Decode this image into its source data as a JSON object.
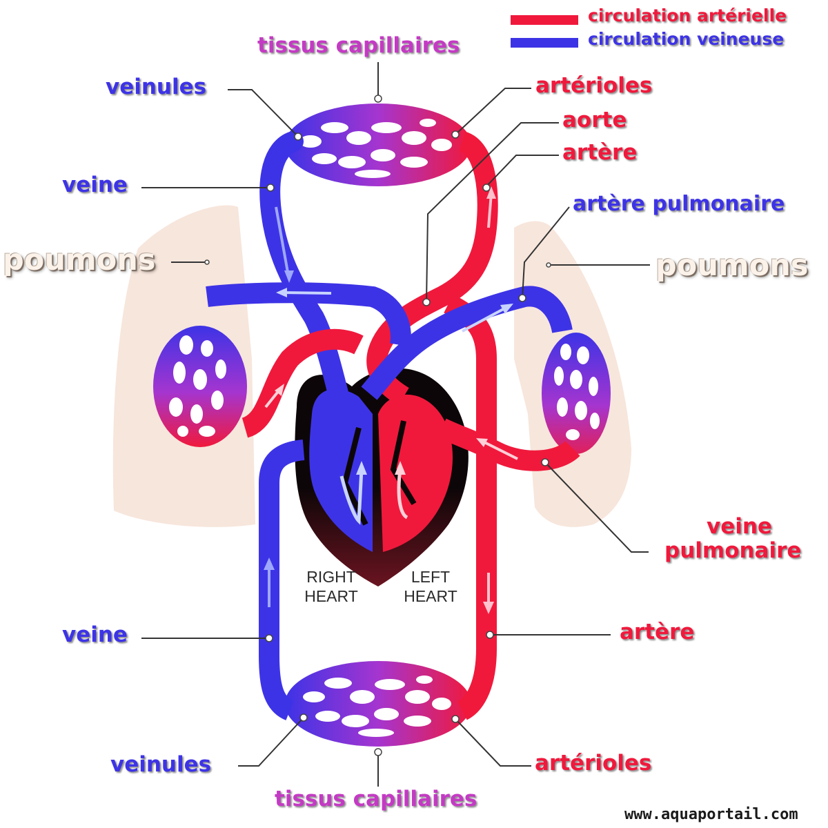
{
  "legend": {
    "arterial": {
      "label": "circulation artérielle",
      "color": "#f0193c"
    },
    "venous": {
      "label": "circulation veineuse",
      "color": "#3d33e6"
    }
  },
  "labels": {
    "tissus_top": "tissus capillaires",
    "veinules_top": "veinules",
    "arterioles_top": "artérioles",
    "aorte": "aorte",
    "artere_top": "artère",
    "veine_top": "veine",
    "artere_pulmonaire": "artère pulmonaire",
    "poumons_left": "poumons",
    "poumons_right": "poumons",
    "veine_pulmonaire_1": "veine",
    "veine_pulmonaire_2": "pulmonaire",
    "veine_bottom": "veine",
    "artere_bottom": "artère",
    "veinules_bottom": "veinules",
    "arterioles_bottom": "artérioles",
    "tissus_bottom": "tissus capillaires"
  },
  "heart": {
    "right_1": "RIGHT",
    "right_2": "HEART",
    "left_1": "LEFT",
    "left_2": "HEART"
  },
  "credit": "www.aquaportail.com",
  "colors": {
    "arterial": "#f0193c",
    "venous": "#3d33e6",
    "capillary": "#b23ad6",
    "lung": "#f8e4d8"
  }
}
